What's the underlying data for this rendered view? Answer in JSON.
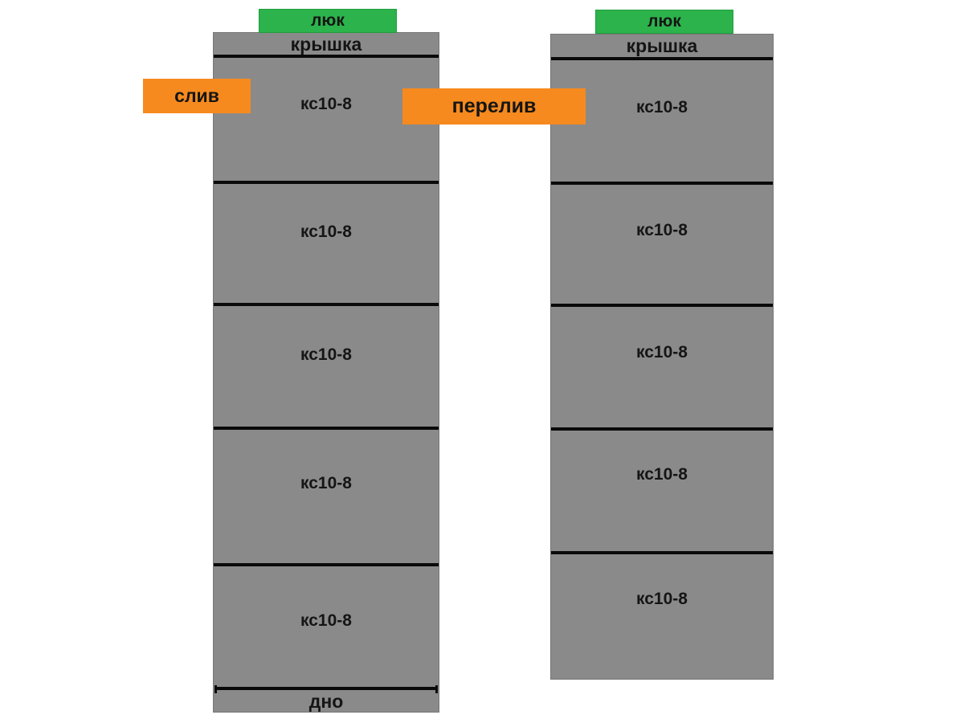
{
  "canvas": {
    "background": "#ffffff"
  },
  "colors": {
    "column_gray": "#8a8a8a",
    "manhole_green": "#2cb34c",
    "pipe_orange": "#f68a1e",
    "line_black": "#0a0a0a",
    "text": "#151515"
  },
  "left_column": {
    "manhole_label": "люк",
    "cover_label": "крышка",
    "rings": [
      "кс10-8",
      "кс10-8",
      "кс10-8",
      "кс10-8",
      "кс10-8"
    ],
    "bottom_label": "дно"
  },
  "right_column": {
    "manhole_label": "люк",
    "cover_label": "крышка",
    "rings": [
      "кс10-8",
      "кс10-8",
      "кс10-8",
      "кс10-8",
      "кс10-8"
    ]
  },
  "pipes": {
    "drain_label": "слив",
    "overflow_label": "перелив"
  }
}
